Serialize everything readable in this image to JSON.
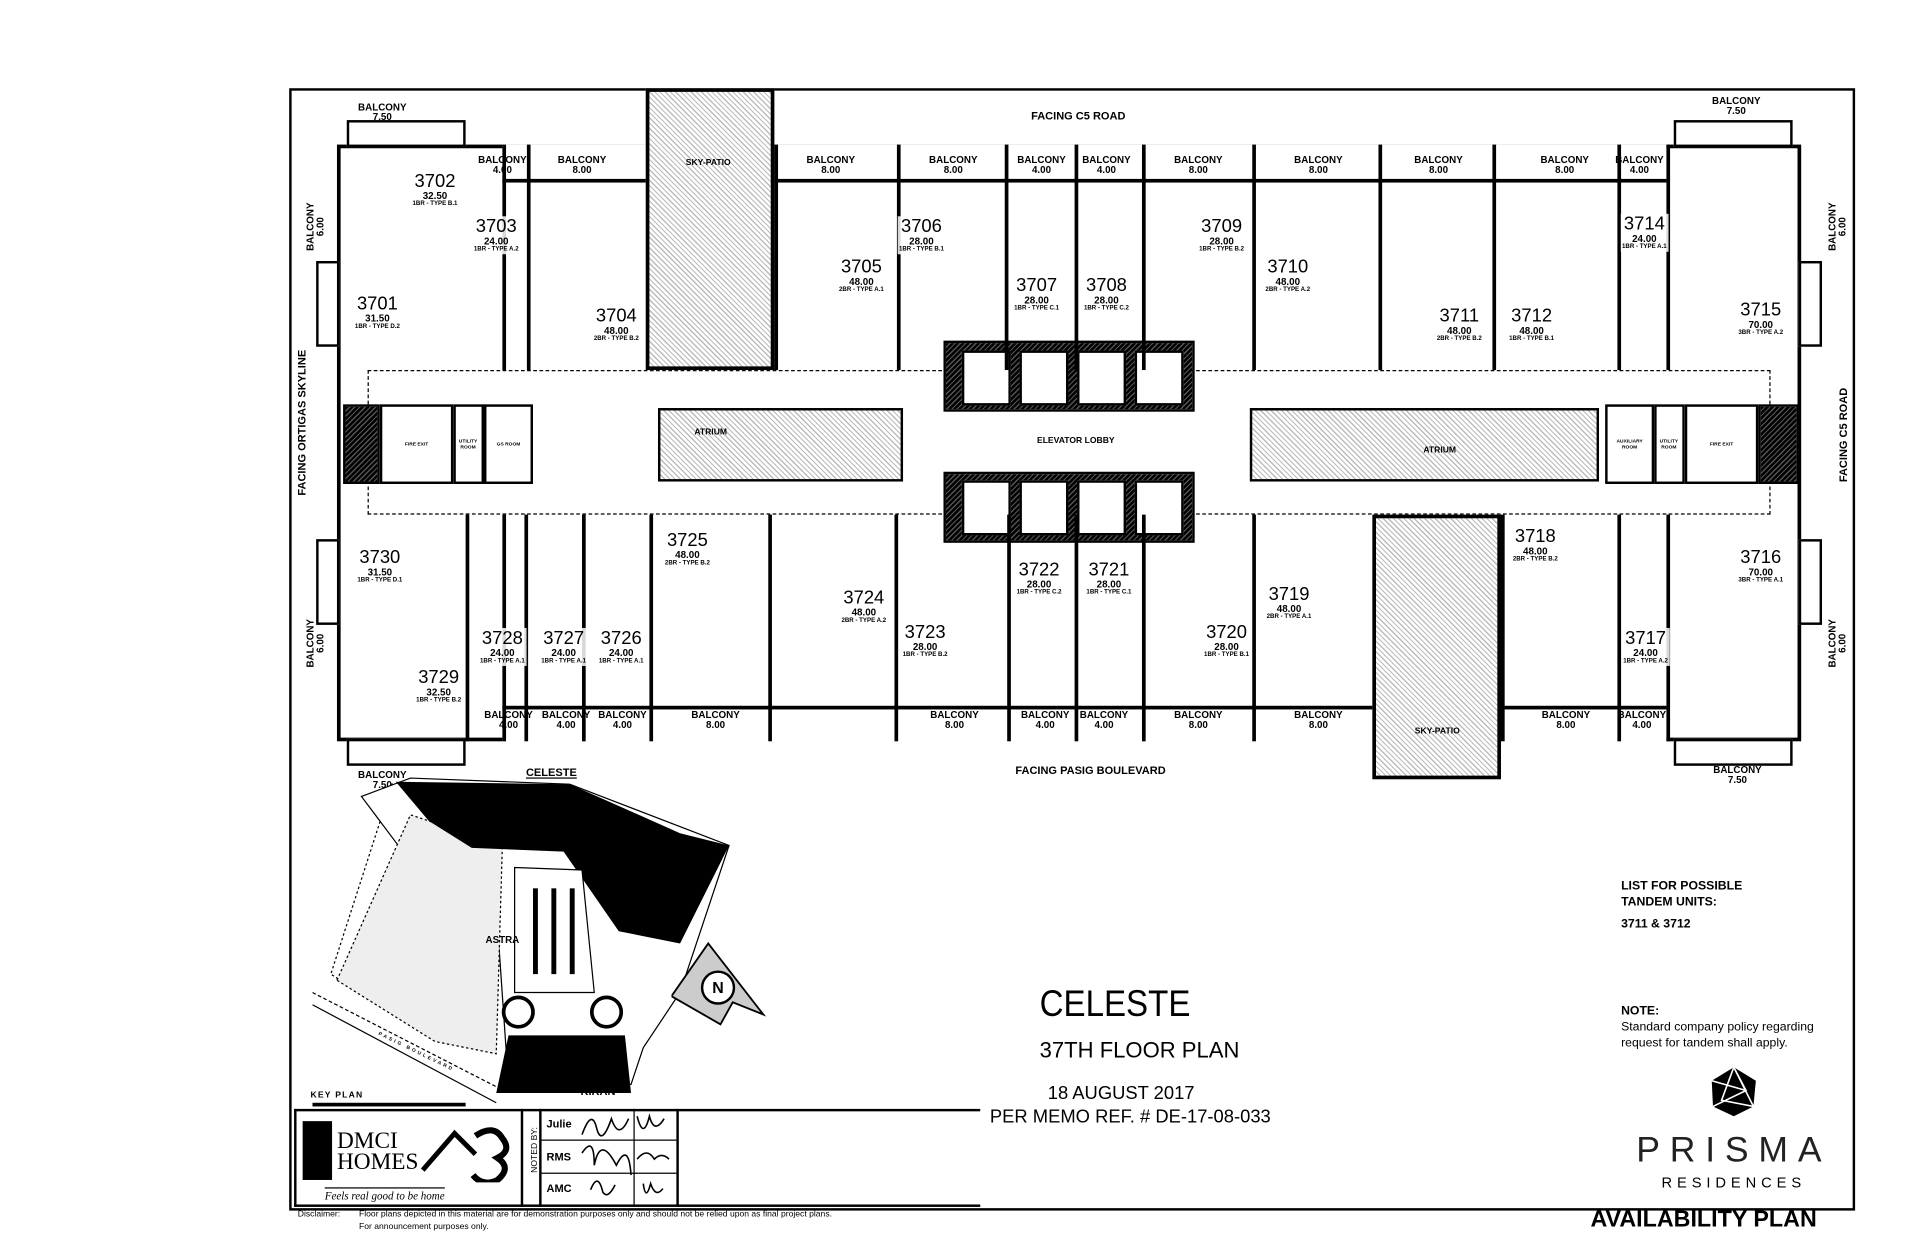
{
  "orientation": {
    "top": "FACING C5 ROAD",
    "bottom": "FACING PASIG BOULEVARD",
    "left": "FACING ORTIGAS SKYLINE",
    "right": "FACING C5 ROAD"
  },
  "common_areas": {
    "sky_patio": "SKY-PATIO",
    "atrium": "ATRIUM",
    "elevator_lobby": "ELEVATOR LOBBY",
    "fire_exit": "FIRE EXIT",
    "utility_room": "UTILITY ROOM",
    "gs_room": "GS ROOM",
    "auxiliary_room": "AUXILIARY ROOM"
  },
  "balcony_label": "BALCONY",
  "balconies": {
    "top": [
      "7.50",
      "4.00",
      "8.00",
      "8.00",
      "8.00",
      "4.00",
      "4.00",
      "8.00",
      "8.00",
      "8.00",
      "8.00",
      "4.00",
      "7.50"
    ],
    "bottom": [
      "7.50",
      "4.00",
      "4.00",
      "4.00",
      "8.00",
      "8.00",
      "4.00",
      "4.00",
      "8.00",
      "8.00",
      "8.00",
      "4.00",
      "7.50"
    ],
    "sides": [
      "6.00",
      "6.00",
      "6.00",
      "6.00"
    ]
  },
  "units": [
    {
      "no": "3701",
      "area": "31.50",
      "type": "1BR - TYPE D.2"
    },
    {
      "no": "3702",
      "area": "32.50",
      "type": "1BR - TYPE B.1"
    },
    {
      "no": "3703",
      "area": "24.00",
      "type": "1BR - TYPE A.2"
    },
    {
      "no": "3704",
      "area": "48.00",
      "type": "2BR - TYPE B.2"
    },
    {
      "no": "3705",
      "area": "48.00",
      "type": "2BR - TYPE A.1"
    },
    {
      "no": "3706",
      "area": "28.00",
      "type": "1BR - TYPE B.1"
    },
    {
      "no": "3707",
      "area": "28.00",
      "type": "1BR - TYPE C.1"
    },
    {
      "no": "3708",
      "area": "28.00",
      "type": "1BR - TYPE C.2"
    },
    {
      "no": "3709",
      "area": "28.00",
      "type": "1BR - TYPE B.2"
    },
    {
      "no": "3710",
      "area": "48.00",
      "type": "2BR - TYPE A.2"
    },
    {
      "no": "3711",
      "area": "48.00",
      "type": "2BR - TYPE B.2"
    },
    {
      "no": "3712",
      "area": "48.00",
      "type": "1BR - TYPE B.1"
    },
    {
      "no": "3714",
      "area": "24.00",
      "type": "1BR - TYPE A.1"
    },
    {
      "no": "3715",
      "area": "70.00",
      "type": "3BR - TYPE A.2"
    },
    {
      "no": "3716",
      "area": "70.00",
      "type": "3BR - TYPE A.1"
    },
    {
      "no": "3717",
      "area": "24.00",
      "type": "1BR - TYPE A.2"
    },
    {
      "no": "3718",
      "area": "48.00",
      "type": "2BR - TYPE B.2"
    },
    {
      "no": "3719",
      "area": "48.00",
      "type": "2BR - TYPE A.1"
    },
    {
      "no": "3720",
      "area": "28.00",
      "type": "1BR - TYPE B.1"
    },
    {
      "no": "3721",
      "area": "28.00",
      "type": "1BR - TYPE C.1"
    },
    {
      "no": "3722",
      "area": "28.00",
      "type": "1BR - TYPE C.2"
    },
    {
      "no": "3723",
      "area": "28.00",
      "type": "1BR - TYPE B.2"
    },
    {
      "no": "3724",
      "area": "48.00",
      "type": "2BR - TYPE A.2"
    },
    {
      "no": "3725",
      "area": "48.00",
      "type": "2BR - TYPE B.2"
    },
    {
      "no": "3726",
      "area": "24.00",
      "type": "1BR - TYPE A.1"
    },
    {
      "no": "3727",
      "area": "24.00",
      "type": "1BR - TYPE A.1"
    },
    {
      "no": "3728",
      "area": "24.00",
      "type": "1BR - TYPE A.1"
    },
    {
      "no": "3729",
      "area": "32.50",
      "type": "1BR - TYPE B.2"
    },
    {
      "no": "3730",
      "area": "31.50",
      "type": "1BR - TYPE D.1"
    }
  ],
  "key_plan": {
    "label": "KEY PLAN",
    "buildings": [
      "CELESTE",
      "ASTRA",
      "KIRAN"
    ],
    "road": "PASIG BOULEVARD",
    "north": "N"
  },
  "title": {
    "project": "CELESTE",
    "floor": "37TH FLOOR PLAN",
    "date": "18 AUGUST 2017",
    "memo": "PER MEMO REF. # DE-17-08-033"
  },
  "tandem": {
    "heading1": "LIST FOR POSSIBLE",
    "heading2": "TANDEM UNITS:",
    "units": "3711 & 3712"
  },
  "note": {
    "heading": "NOTE:",
    "line1": "Standard company policy regarding",
    "line2": "request for tandem shall apply."
  },
  "brand": {
    "developer_line1": "DMCI",
    "developer_line2": "HOMES",
    "tagline": "Feels real good to be home",
    "project_name": "PRISMA",
    "project_sub": "RESIDENCES"
  },
  "noted_by": {
    "label": "NOTED BY:",
    "names": [
      "Julie",
      "RMS",
      "AMC"
    ]
  },
  "plan_type": "AVAILABILITY PLAN",
  "disclaimer": {
    "label": "Disclaimer:",
    "line1": "Floor plans depicted in this material are for demonstration purposes only and should not be relied upon as final project plans.",
    "line2": "For announcement purposes only."
  }
}
